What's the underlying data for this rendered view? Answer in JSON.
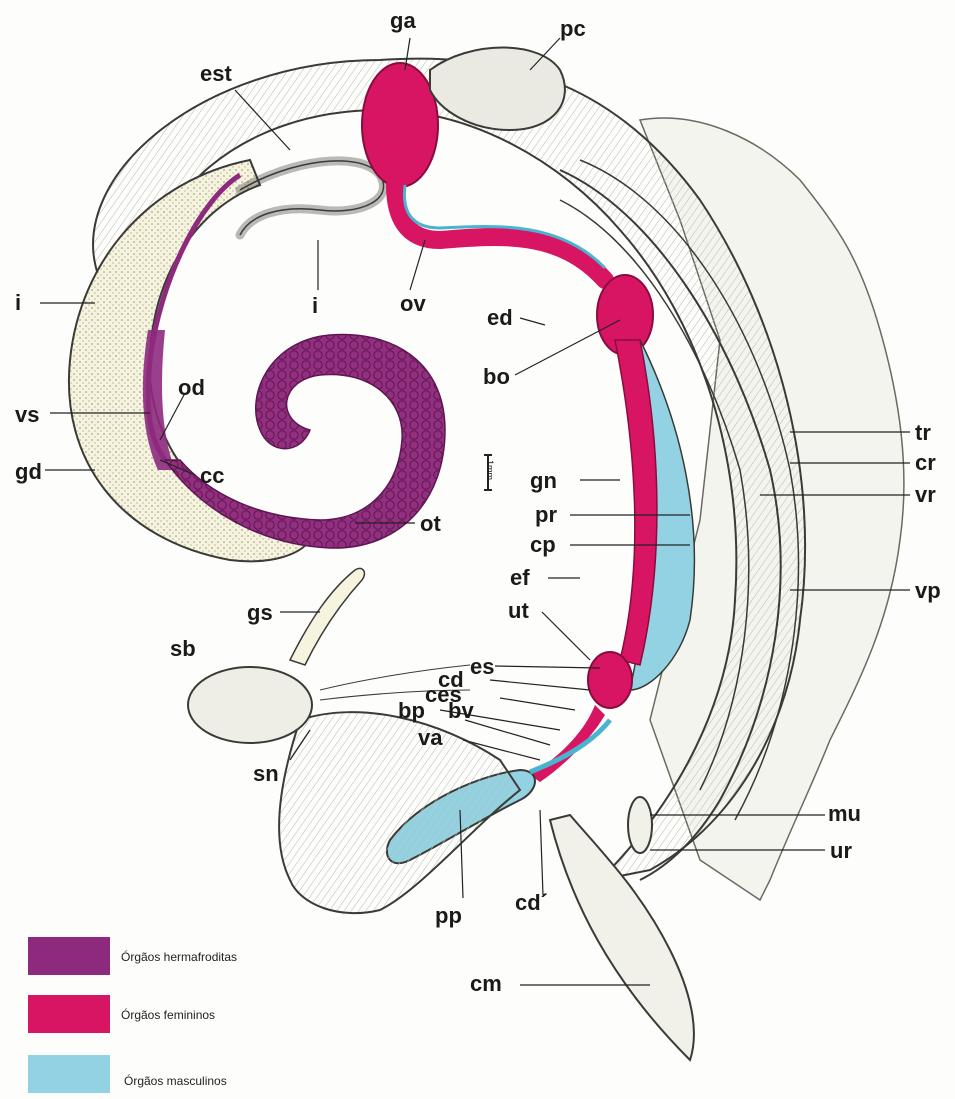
{
  "labels": {
    "ga": "ga",
    "pc": "pc",
    "est": "est",
    "i_left": "i",
    "i_mid": "i",
    "ov": "ov",
    "ed": "ed",
    "bo": "bo",
    "od": "od",
    "vs": "vs",
    "gd": "gd",
    "cc": "cc",
    "ot": "ot",
    "scale": "1mm",
    "gn": "gn",
    "pr": "pr",
    "cp": "cp",
    "ef": "ef",
    "tr": "tr",
    "cr": "cr",
    "vr": "vr",
    "vp": "vp",
    "gs": "gs",
    "sb": "sb",
    "ut": "ut",
    "es": "es",
    "cd": "cd",
    "ces": "ces",
    "bp": "bp",
    "bv": "bv",
    "va": "va",
    "sn": "sn",
    "mu": "mu",
    "ur": "ur",
    "cd2": "cd´",
    "pp": "pp",
    "cm": "cm"
  },
  "legend": [
    {
      "label": "Órgãos hermafroditas",
      "color": "#8e2a7e"
    },
    {
      "label": "Órgãos femininos",
      "color": "#d81563"
    },
    {
      "label": "Órgãos masculinos",
      "color": "#92d2e2"
    }
  ],
  "colors": {
    "hermaphrodite": "#8e2a7e",
    "female": "#d81563",
    "male": "#92d2e2",
    "tissue_fill": "#ecece4",
    "outline": "#3a3a36",
    "gland_dots": "#f3efd6"
  }
}
